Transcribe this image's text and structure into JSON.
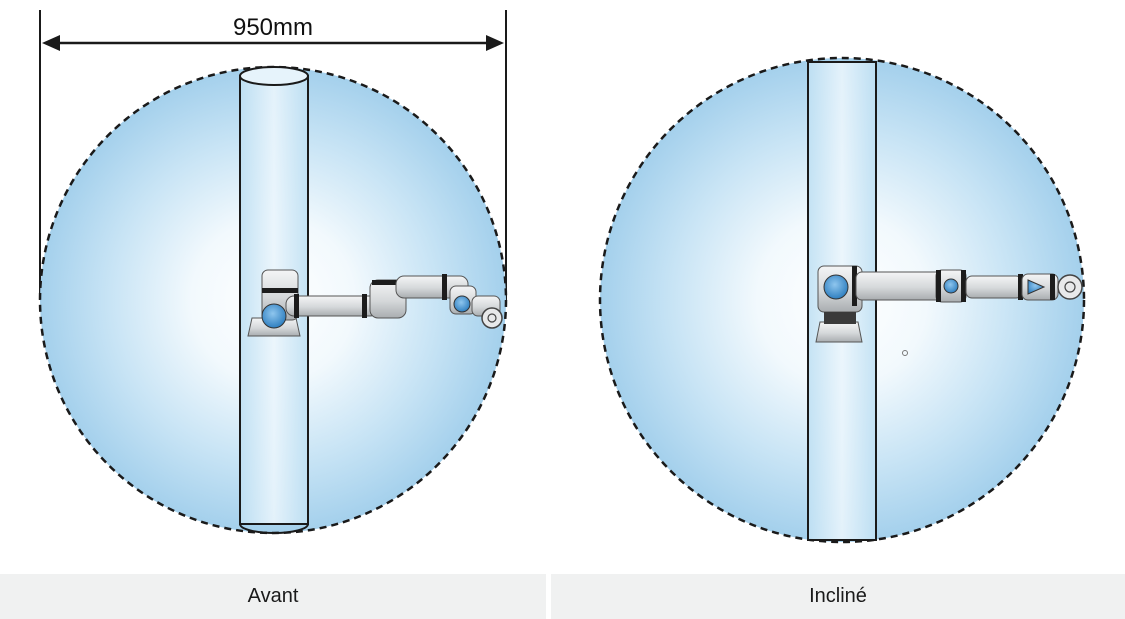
{
  "dimension": {
    "label": "950mm"
  },
  "panels": [
    {
      "caption": "Avant",
      "accent": "#5aa8d8"
    },
    {
      "caption": "Incliné",
      "accent": "#5aa8d8"
    }
  ],
  "colors": {
    "sphere_outer": "#a9d4ee",
    "sphere_inner": "#ffffff",
    "outline": "#1a1a1a",
    "caption_bg": "#f0f1f1",
    "robot_body": "#d9dcde",
    "robot_band": "#1c1c1c",
    "robot_joint": "#3b8fd0"
  }
}
